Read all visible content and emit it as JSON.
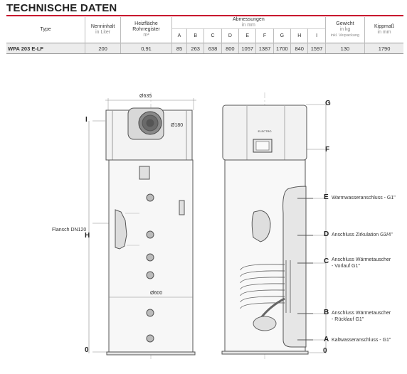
{
  "title": "TECHNISCHE DATEN",
  "table": {
    "headers": {
      "type": "Type",
      "nenninhalt": "Nenninhalt",
      "nenninhalt_unit": "in Liter",
      "heiz1": "Heizfläche",
      "heiz2": "Rohrregister",
      "heiz_unit": "m²",
      "abm": "Abmessungen",
      "abm_unit": "in mm",
      "gewicht": "Gewicht",
      "gewicht_unit": "in kg",
      "gewicht_sub": "inkl. Verpackung",
      "kipp": "Kippmaß",
      "kipp_unit": "in mm",
      "cols": [
        "A",
        "B",
        "C",
        "D",
        "E",
        "F",
        "G",
        "H",
        "I"
      ]
    },
    "row": {
      "model": "WPA 203 E-LF",
      "nenninhalt": "200",
      "heiz": "0,91",
      "dims": [
        "85",
        "263",
        "638",
        "800",
        "1057",
        "1387",
        "1700",
        "840",
        "1597"
      ],
      "gewicht": "130",
      "kipp": "1790"
    }
  },
  "drawing": {
    "dim_635": "Ø635",
    "dim_180": "Ø180",
    "dim_600": "Ø600",
    "flansch": "Flansch DN120",
    "letter_i": "I",
    "letter_h": "H",
    "zero_left": "0",
    "zero_right": "0",
    "letters": {
      "g": "G",
      "f": "F",
      "e": "E",
      "d": "D",
      "c": "C",
      "b": "B",
      "a": "A"
    },
    "labels": {
      "e": "Warmwasseranschluss - G1\"",
      "d": "Anschluss Zirkulation G3/4\"",
      "c1": "Anschluss Wärmetauscher",
      "c2": "- Vorlauf G1\"",
      "b1": "Anschluss Wärmetauscher",
      "b2": "- Rücklauf G1\"",
      "a": "Kaltwasseranschluss - G1\""
    },
    "brand_plate": "ELECTRO"
  }
}
